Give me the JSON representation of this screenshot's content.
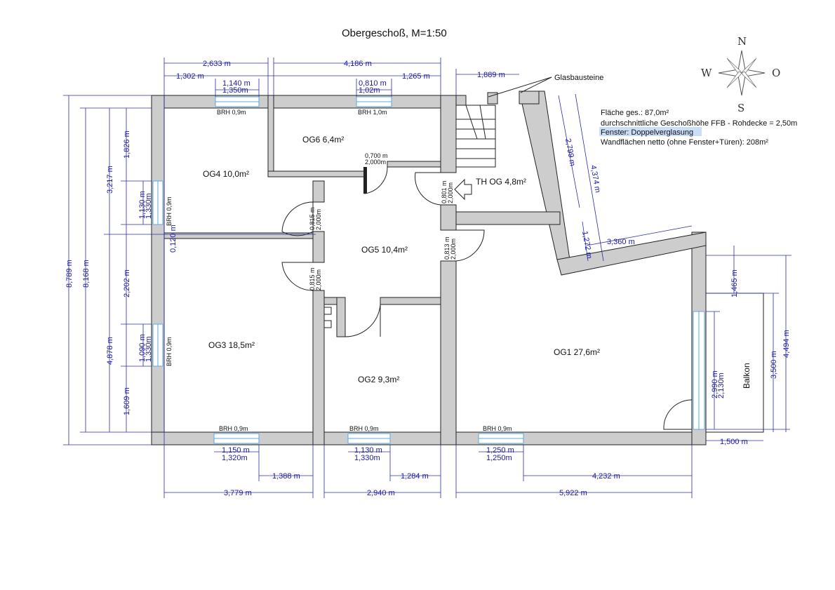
{
  "title": "Obergeschoß, M=1:50",
  "compass": {
    "n": "N",
    "s": "S",
    "w": "W",
    "o": "O"
  },
  "glas_label": "Glasbausteine",
  "info": {
    "line1": "Fläche ges.: 87,0m²",
    "line2": "durchschnittliche Geschoßhöhe FFB - Rohdecke = 2,50m",
    "line3": "Fenster: Doppelverglasung",
    "line4": "Wandflächen netto (ohne Fenster+Türen): 208m²"
  },
  "rooms": {
    "og4": "OG4 10,0m²",
    "og6": "OG6 6,4m²",
    "th": "TH OG 4,8m²",
    "og5": "OG5 10,4m²",
    "og3": "OG3 18,5m²",
    "og2": "OG2 9,3m²",
    "og1": "OG1 27,6m²",
    "balkon": "Balkon"
  },
  "brh": {
    "b09": "BRH 0,9m",
    "b10": "BRH 1,0m"
  },
  "dims": {
    "top_2633": "2,633 m",
    "top_4186": "4,186 m",
    "top_1302": "1,302 m",
    "top_1265": "1,265 m",
    "top_1889": "1,889 m",
    "w1_a": "1,140 m",
    "w1_b": "1,350m",
    "w2_a": "0,810 m",
    "w2_b": "1,02m",
    "d_0700": "0,700 m",
    "d_2000": "2,000m",
    "d_0801": "0,801 m",
    "d_2000b": "2,000m",
    "d_0815a": "0,815 m",
    "d_2000c": "2,000m",
    "d_0815b": "0,815 m",
    "d_2000d": "2,000m",
    "d_0813": "0,813 m",
    "d_2000e": "2,000m",
    "l_8789": "8,789 m",
    "l_8168": "8,168 m",
    "l_3217": "3,217 m",
    "l_4878": "4,878 m",
    "l_1826": "1,826 m",
    "l_2202": "2,202 m",
    "l_1609": "1,609 m",
    "wl1_a": "1,130 m",
    "wl1_b": "1,330m",
    "wl2_a": "1,090 m",
    "wl2_b": "1,330m",
    "wall_0120": "0,120 m",
    "r_2799": "2,799 m",
    "r_4374": "4,374 m",
    "r_1272": "1,272 m",
    "r_3360": "3,360 m",
    "r_1465": "1,465 m",
    "r_2990": "2,990 m",
    "r_2130": "2,130m",
    "r_3500": "3,500 m",
    "r_4494": "4,494 m",
    "r_1500": "1,500 m",
    "b_w1_a": "1,150 m",
    "b_w1_b": "1,320m",
    "b_w2_a": "1,130 m",
    "b_w2_b": "1,330m",
    "b_w3_a": "1,250 m",
    "b_w3_b": "1,250m",
    "b_1388": "1,388 m",
    "b_1284": "1,284 m",
    "b_4232": "4,232 m",
    "b_3779": "3,779 m",
    "b_2940": "2,940 m",
    "b_5922": "5,922 m"
  }
}
